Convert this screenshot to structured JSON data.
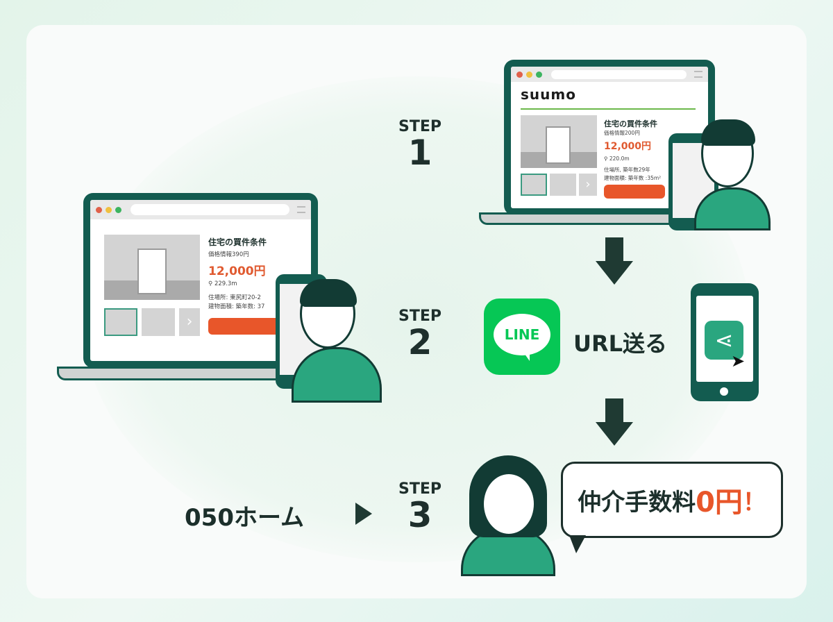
{
  "step1": {
    "label": "STEP",
    "number": "1"
  },
  "step2": {
    "label": "STEP",
    "number": "2"
  },
  "step3": {
    "label": "STEP",
    "number": "3"
  },
  "suumo_logo": "suumo",
  "laptop_left": {
    "title": "住宅の買件条件",
    "subtitle": "価格情報390円",
    "price": "12,000円",
    "distance": "229.3m",
    "detail1": "住場所: 東尻町20-2",
    "detail2": "建物面積: 築年数: 37"
  },
  "laptop_right": {
    "title": "住宅の買件条件",
    "subtitle": "価格情報200円",
    "price": "12,000円",
    "distance": "220.0m",
    "detail1": "住場所, 築年数29年",
    "detail2": "建物面積: 築年数 :35m²"
  },
  "line_icon": {
    "label": "LINE",
    "color": "#06c755"
  },
  "send_url": "URL送る",
  "company": "050ホーム",
  "speech": {
    "text": "仲介手数料",
    "highlight": "0円",
    "suffix": "！"
  },
  "colors": {
    "frame": "#135c50",
    "accent": "#e8562a",
    "person": "#2aa67f"
  }
}
